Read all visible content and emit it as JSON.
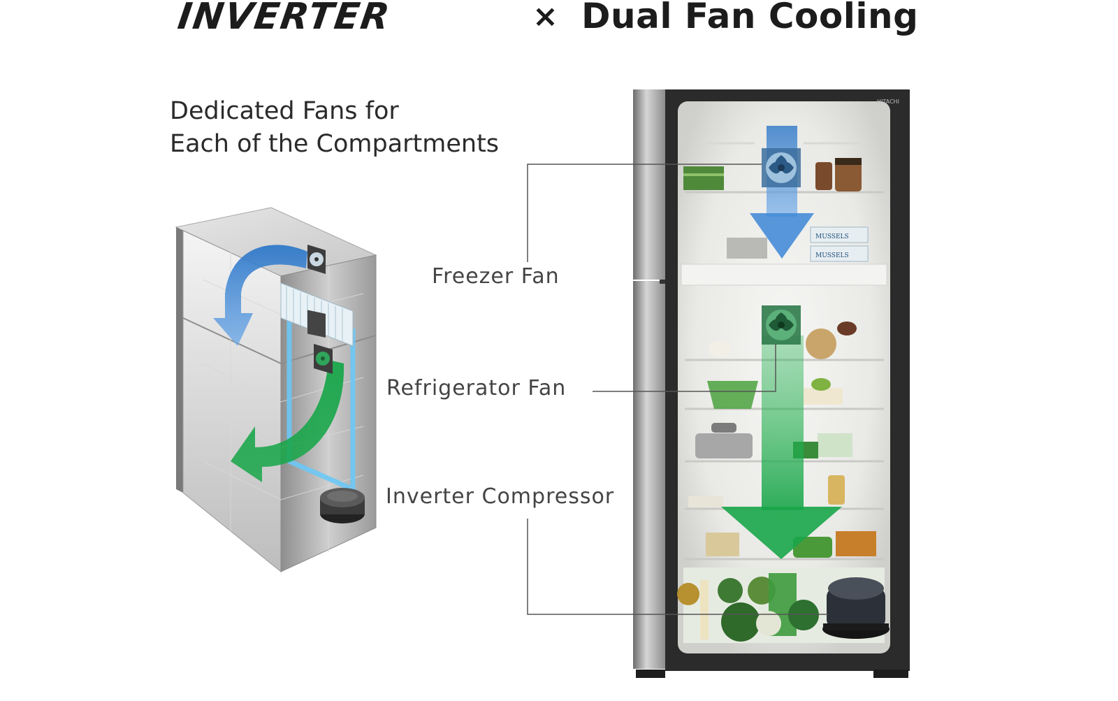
{
  "title": {
    "brand": "INVERTER",
    "separator": "×",
    "feature": "Dual Fan Cooling"
  },
  "heading": {
    "line1": "Dedicated Fans for",
    "line2": "Each of the Compartments"
  },
  "callouts": {
    "freezer_fan": "Freezer Fan",
    "refrigerator_fan": "Refrigerator Fan",
    "inverter_compressor": "Inverter Compressor"
  },
  "fridge_photo": {
    "brand_mark": "HITACHI",
    "package_label": "MUSSELS"
  },
  "colors": {
    "freezer_airflow": "#2f78c8",
    "fridge_airflow": "#19a64a",
    "refrigerant_line": "#6cc8f5",
    "leader_line": "#555555"
  }
}
